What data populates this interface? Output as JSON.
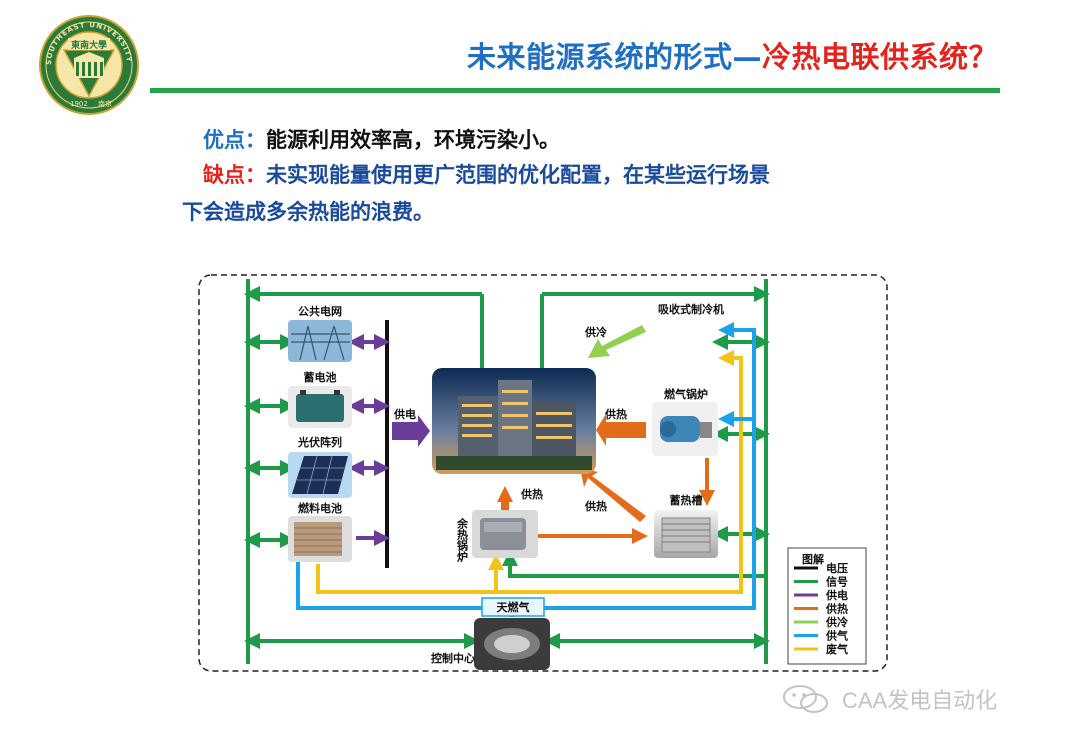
{
  "title": {
    "part1": "未来能源系统的形式—",
    "part2": "冷热电联供系统？"
  },
  "logo": {
    "text": "東南大學",
    "ring_text": "SOUTHEAST UNIVERSITY",
    "year": "1902",
    "city": "南京"
  },
  "pros": {
    "label": "优点：",
    "text": "能源利用效率高，环境污染小。"
  },
  "cons": {
    "label": "缺点：",
    "text": "未实现能量使用更广范围的优化配置，在某些运行场景",
    "text2": "下会造成多余热能的浪费。"
  },
  "diagram": {
    "nodes": {
      "grid": "公共电网",
      "battery": "蓄电池",
      "pv": "光伏阵列",
      "fuel_cell": "燃料电池",
      "absorption_chiller": "吸收式制冷机",
      "gas_boiler": "燃气锅炉",
      "heat_storage": "蓄热槽",
      "waste_heat_boiler": "余热锅炉",
      "natural_gas": "天燃气",
      "control_center": "控制中心"
    },
    "flow_labels": {
      "power_supply": "供电",
      "cooling_supply": "供冷",
      "heat_from_boiler": "供热",
      "heat_from_storage": "供热",
      "heat_from_waste": "供热"
    },
    "legend": {
      "title": "图解",
      "items": [
        {
          "label": "电压",
          "color": "#111111"
        },
        {
          "label": "信号",
          "color": "#1e9a48"
        },
        {
          "label": "供电",
          "color": "#6a3d9a"
        },
        {
          "label": "供热",
          "color": "#e36c1b"
        },
        {
          "label": "供冷",
          "color": "#92d050"
        },
        {
          "label": "供气",
          "color": "#1aa3e8"
        },
        {
          "label": "废气",
          "color": "#f2c318"
        }
      ]
    }
  },
  "watermark": {
    "text": "CAA发电自动化"
  },
  "colors": {
    "title_blue": "#1f6fc4",
    "title_red": "#e3231c",
    "rule_green": "#24a44a"
  }
}
